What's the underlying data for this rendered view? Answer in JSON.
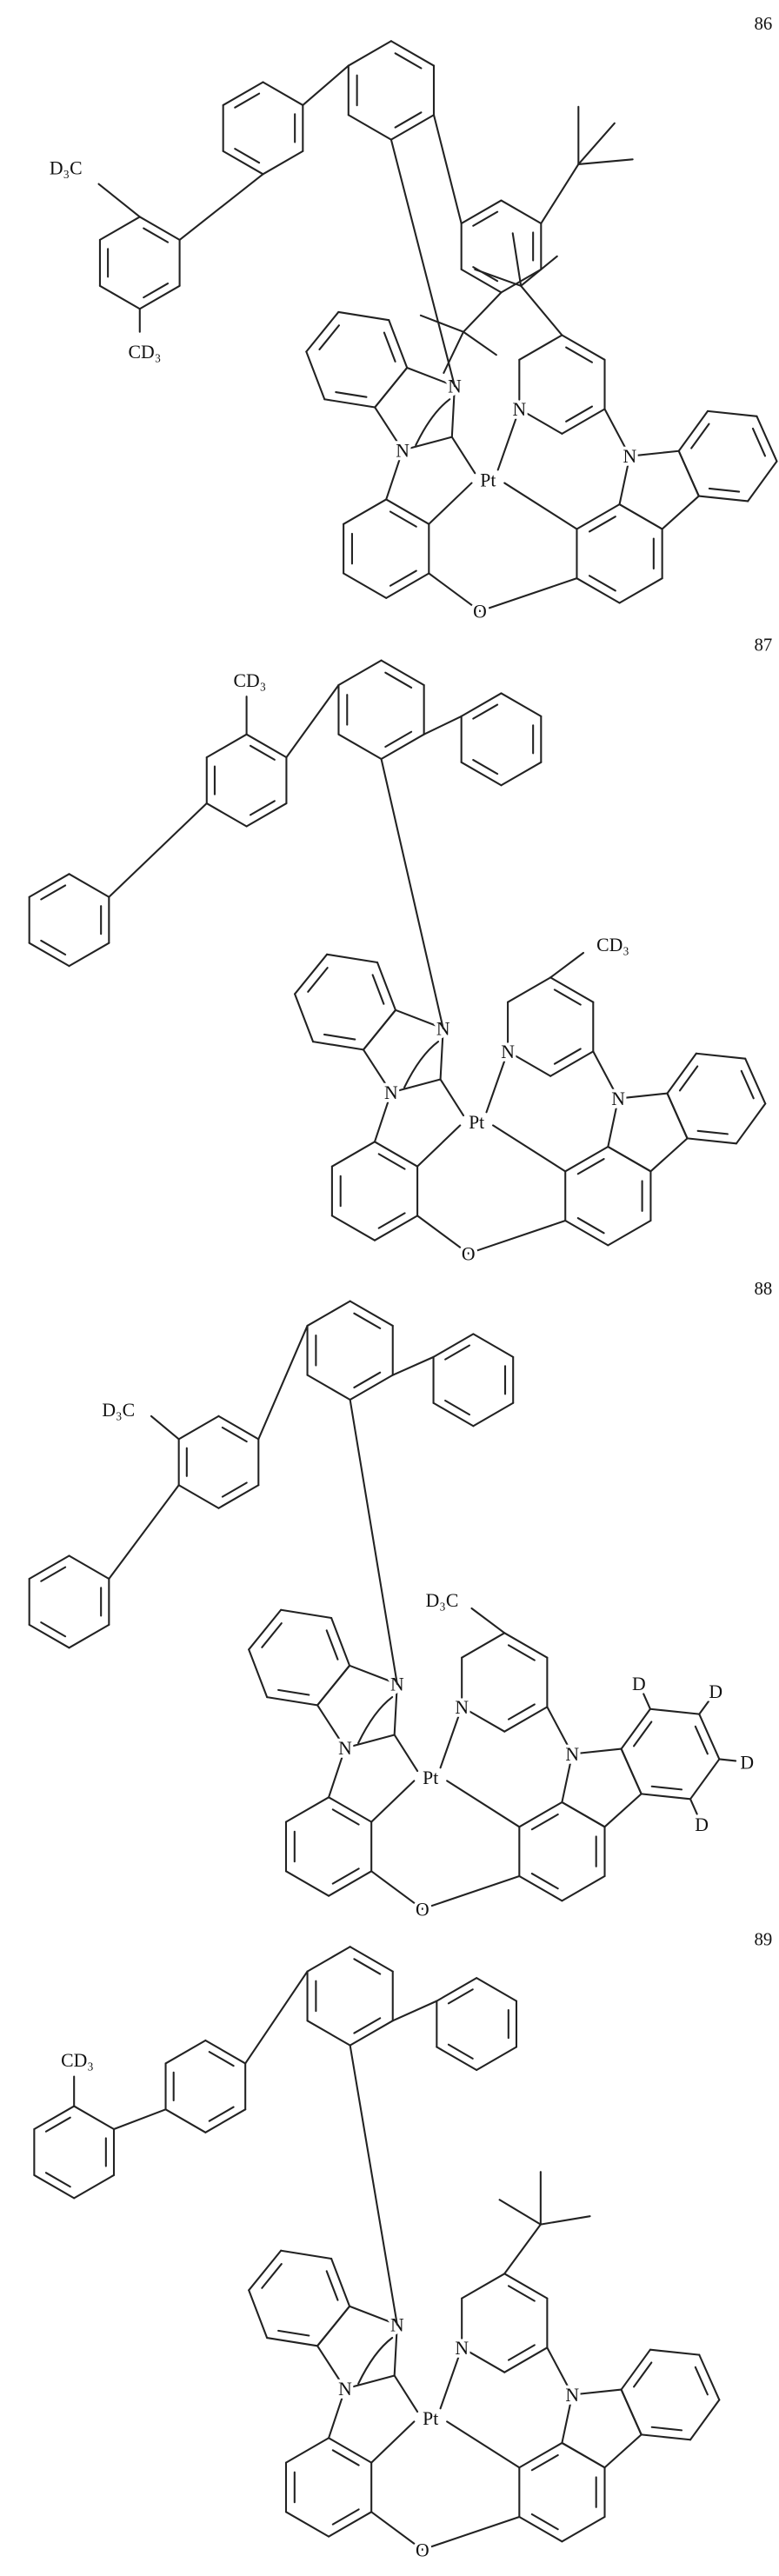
{
  "compounds": [
    {
      "number": "86",
      "core": [
        "N",
        "N",
        "Pt",
        "N",
        "N",
        "O"
      ],
      "extra": [
        "D₃C",
        "CD₃"
      ]
    },
    {
      "number": "87",
      "core": [
        "N",
        "N",
        "Pt",
        "N",
        "N",
        "O"
      ],
      "extra": [
        "CD₃",
        "CD₃"
      ]
    },
    {
      "number": "88",
      "core": [
        "N",
        "N",
        "Pt",
        "N",
        "N",
        "O"
      ],
      "extra": [
        "D₃C",
        "D₃C",
        "D",
        "D",
        "D",
        "D"
      ]
    },
    {
      "number": "89",
      "core": [
        "N",
        "N",
        "Pt",
        "N",
        "N",
        "O"
      ],
      "extra": [
        "CD₃"
      ]
    }
  ]
}
